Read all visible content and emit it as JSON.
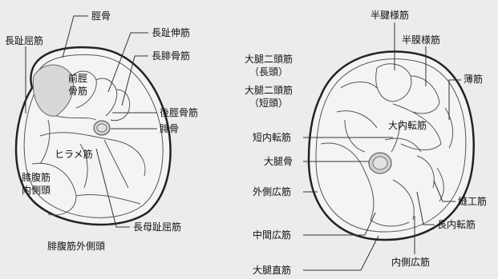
{
  "leg_section": {
    "labels": {
      "tibia": "脛骨",
      "fdl": "長趾屈筋",
      "edl": "長趾伸筋",
      "peroneus_longus": "長腓骨筋",
      "anterior_tibialis": "前脛\n骨筋",
      "posterior_tibialis": "後脛骨筋",
      "fibula": "腓骨",
      "soleus": "ヒラメ筋",
      "gastroc_medial": "腓腹筋\n内側頭",
      "fhl": "長母趾屈筋",
      "gastroc_lateral": "腓腹筋外側頭"
    }
  },
  "thigh_section": {
    "labels": {
      "semitendinosus": "半腱様筋",
      "semimembranosus": "半膜様筋",
      "biceps_long": "大腿二頭筋\n（長頭）",
      "biceps_short": "大腿二頭筋\n（短頭）",
      "gracilis": "薄筋",
      "adductor_magnus": "大内転筋",
      "adductor_brevis": "短内転筋",
      "femur": "大腿骨",
      "vastus_lateralis": "外側広筋",
      "sartorius": "縫工筋",
      "adductor_longus": "長内転筋",
      "vastus_intermedius": "中間広筋",
      "vastus_medialis": "内側広筋",
      "rectus_femoris": "大腿直筋"
    }
  },
  "colors": {
    "outline": "#222222",
    "muscle_line": "#555555",
    "bone_fill": "#d0d0d0",
    "skin_fill": "#f4f4f4",
    "leader": "#333333"
  }
}
